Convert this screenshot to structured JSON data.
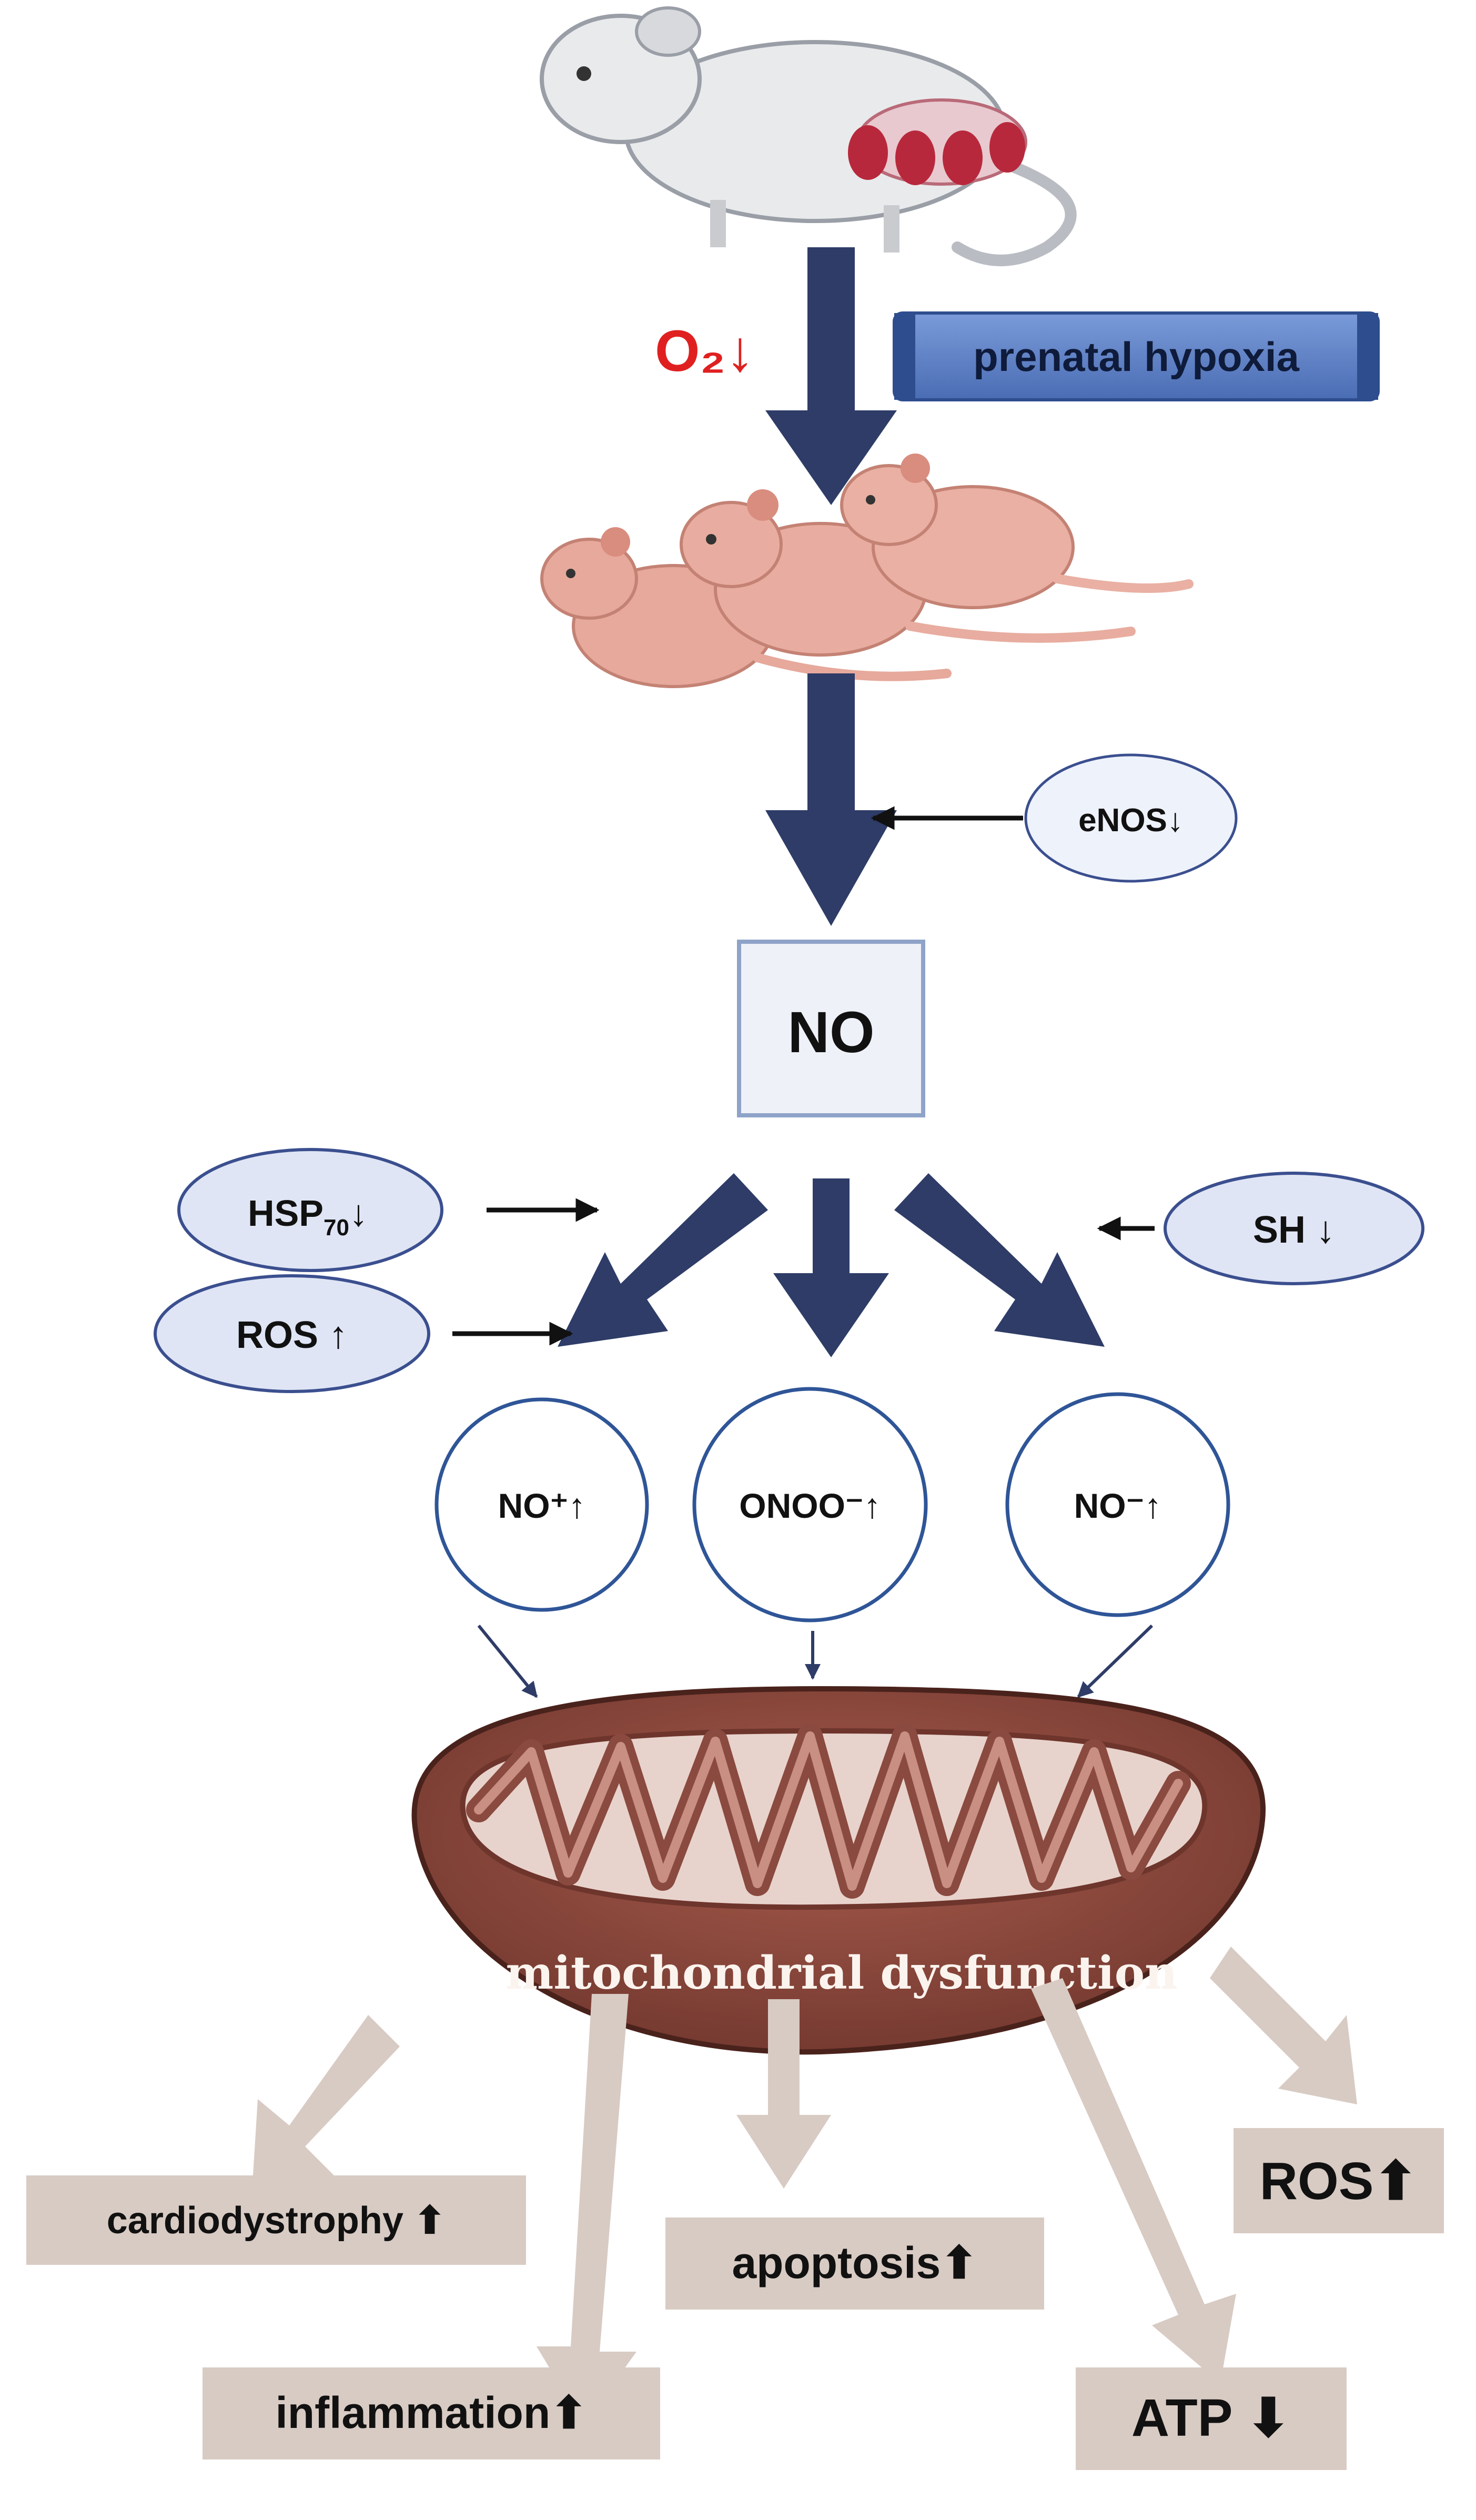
{
  "labels": {
    "oxygen": "O₂↓",
    "prenatal_hypoxia": "prenatal hypoxia",
    "enos": "eNOS↓",
    "no": "NO",
    "hsp_main": "HSP",
    "hsp_sub": "70",
    "hsp_arrow": "↓",
    "ros_in": "ROS ↑",
    "sh": "SH ↓",
    "no_plus": "NO⁺↑",
    "onoo": "ONOO⁻↑",
    "no_minus": "NO⁻↑",
    "mito": "mitochondrial dysfunction",
    "cardiodystrophy": "cardiodystrophy ⬆",
    "inflammation": "inflammation⬆",
    "apoptosis": "apoptosis⬆",
    "atp": "ATP ⬇",
    "ros_out": "ROS⬆"
  },
  "colors": {
    "navy_arrow": "#2e3c67",
    "hypoxia_banner": "#5b7fc4",
    "bubble_fill": "#dfe5f5",
    "bubble_stroke": "#3b4f8f",
    "circle_stroke": "#2f5597",
    "box_fill": "#eef1f8",
    "box_stroke": "#8fa3c8",
    "beige": "#d8cbc3",
    "mito_outer": "#8a4a3f",
    "mito_inner": "#e8d3cc",
    "oxygen_red": "#e02020"
  }
}
